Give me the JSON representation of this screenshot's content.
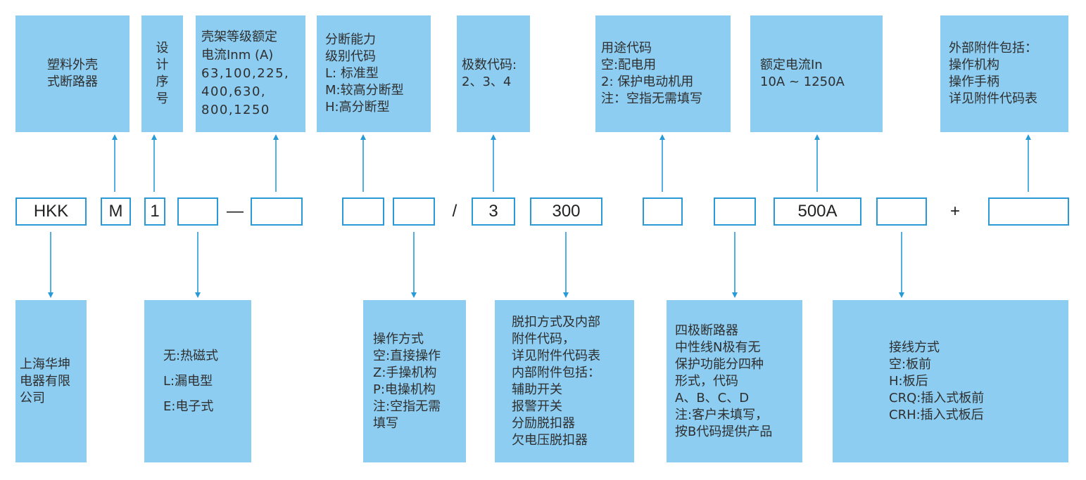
{
  "colors": {
    "box_fill": "#8ccdf1",
    "border": "#2a9ad6",
    "arrow": "#2a9ad6"
  },
  "top_boxes": [
    {
      "id": "t1",
      "lines": [
        "塑料外壳",
        "式断路器"
      ]
    },
    {
      "id": "t2",
      "lines": [
        "设",
        "计",
        "序",
        "号"
      ]
    },
    {
      "id": "t3",
      "lines": [
        "壳架等级额定",
        "电流Inm (A)",
        "63,100,225,",
        "400,630,",
        "800,1250"
      ]
    },
    {
      "id": "t4",
      "lines": [
        "分断能力",
        "级别代码",
        "L: 标准型",
        "M:较高分断型",
        "H:高分断型"
      ]
    },
    {
      "id": "t5",
      "lines": [
        "极数代码:",
        "2、3、4"
      ]
    },
    {
      "id": "t6",
      "lines": [
        "用途代码",
        "空:配电用",
        "2: 保护电动机用",
        "注：空指无需填写"
      ]
    },
    {
      "id": "t7",
      "lines": [
        "额定电流In",
        "10A ~ 1250A"
      ]
    },
    {
      "id": "t8",
      "lines": [
        "外部附件包括：",
        "操作机构",
        "操作手柄",
        "详见附件代码表"
      ]
    }
  ],
  "code_row": [
    {
      "id": "c1",
      "text": "HKK"
    },
    {
      "id": "c2",
      "text": "M"
    },
    {
      "id": "c3",
      "text": "1"
    },
    {
      "id": "c4",
      "text": ""
    },
    {
      "id": "c5",
      "text": ""
    },
    {
      "id": "c6",
      "text": ""
    },
    {
      "id": "c7",
      "text": ""
    },
    {
      "id": "c8",
      "text": "3"
    },
    {
      "id": "c9",
      "text": "300"
    },
    {
      "id": "c10",
      "text": ""
    },
    {
      "id": "c11",
      "text": ""
    },
    {
      "id": "c12",
      "text": "500A"
    },
    {
      "id": "c13",
      "text": ""
    },
    {
      "id": "c14",
      "text": ""
    }
  ],
  "separators": {
    "dash": "—",
    "slash": "/",
    "plus": "+"
  },
  "bottom_boxes": [
    {
      "id": "b1",
      "lines": [
        "上海华坤",
        "电器有限",
        "公司"
      ]
    },
    {
      "id": "b2",
      "lines": [
        "无:热磁式",
        "L:漏电型",
        "E:电子式"
      ]
    },
    {
      "id": "b3",
      "lines": [
        "操作方式",
        "空:直接操作",
        "Z:手操机构",
        "P:电操机构",
        "注:空指无需",
        "填写"
      ]
    },
    {
      "id": "b4",
      "lines": [
        "脱扣方式及内部",
        "附件代码，",
        "详见附件代码表",
        "内部附件包括：",
        "辅助开关",
        "报警开关",
        "分励脱扣器",
        "欠电压脱扣器"
      ]
    },
    {
      "id": "b5",
      "lines": [
        "四极断路器",
        "中性线N极有无",
        "保护功能分四种",
        "形式，代码",
        "A、B、C、D",
        "注:客户未填写，",
        "按B代码提供产品"
      ]
    },
    {
      "id": "b6",
      "lines": [
        "接线方式",
        "空:板前",
        "H:板后",
        "CRQ:插入式板前",
        "CRH:插入式板后"
      ]
    }
  ]
}
